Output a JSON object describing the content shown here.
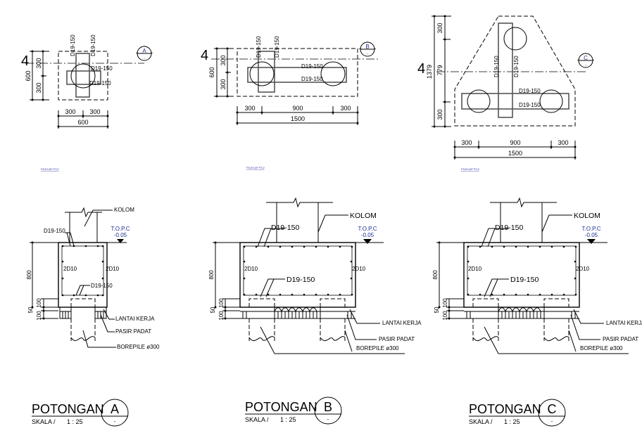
{
  "axis_label": "4",
  "plans": [
    {
      "title": "PILECAP PC1",
      "marker": "A",
      "marker_sub": "-",
      "dims": {
        "v_total": "600",
        "v1": "300",
        "v2": "300",
        "h1": "300",
        "h2": "300",
        "h_total": "600"
      },
      "rebar": [
        "D19-150",
        "D19-150",
        "D19-150",
        "D19-150"
      ]
    },
    {
      "title": "PILECAP PC2",
      "marker": "B",
      "marker_sub": "-",
      "dims": {
        "v_total": "600",
        "v1": "300",
        "v2": "300",
        "h1": "300",
        "h2": "900",
        "h3": "300",
        "h_total": "1500"
      },
      "rebar": [
        "D19-150",
        "D19-150",
        "D19-150",
        "D19-150"
      ]
    },
    {
      "title": "PILECAP PC3",
      "marker": "C",
      "marker_sub": "-",
      "dims": {
        "v_total": "1379",
        "v1": "300",
        "v2": "779",
        "v3": "300",
        "h1": "300",
        "h2": "900",
        "h3": "300",
        "h_total": "1500"
      },
      "rebar": [
        "D19-150",
        "D19-150",
        "D19-150",
        "D19-150"
      ]
    }
  ],
  "sections": [
    {
      "kolom": "KOLOM",
      "top_rebar": "D19-150",
      "bottom_rebar": "D19-150",
      "side_left": "2D10",
      "side_right": "2D10",
      "topc": "T.O.P.C",
      "elev": "-0.05",
      "dims": [
        "800",
        "100",
        "50",
        "100"
      ],
      "lantai": "LANTAI KERJA",
      "pasir": "PASIR PADAT",
      "pile": "BOREPILE ø300",
      "title": "POTONGAN",
      "marker": "A",
      "marker_sub": "-",
      "scale_label": "SKALA /",
      "scale": "1 : 25"
    },
    {
      "kolom": "KOLOM",
      "top_rebar": "D19-150",
      "bottom_rebar": "D19-150",
      "side_left": "2D10",
      "side_right": "2D10",
      "topc": "T.O.P.C",
      "elev": "-0.05",
      "dims": [
        "800",
        "100",
        "50",
        "100"
      ],
      "lantai": "LANTAI KERJA",
      "pasir": "PASIR PADAT",
      "pile": "BOREPILE ø300",
      "title": "POTONGAN",
      "marker": "B",
      "marker_sub": "-",
      "scale_label": "SKALA /",
      "scale": "1 : 25"
    },
    {
      "kolom": "KOLOM",
      "top_rebar": "D19-150",
      "bottom_rebar": "D19-150",
      "side_left": "2D10",
      "side_right": "2D10",
      "topc": "T.O.P.C",
      "elev": "-0.05",
      "dims": [
        "800",
        "100",
        "50",
        "100"
      ],
      "lantai": "LANTAI KERJA",
      "pasir": "PASIR PADAT",
      "pile": "BOREPILE ø300",
      "title": "POTONGAN",
      "marker": "C",
      "marker_sub": "-",
      "scale_label": "SKALA /",
      "scale": "1 : 25"
    }
  ]
}
